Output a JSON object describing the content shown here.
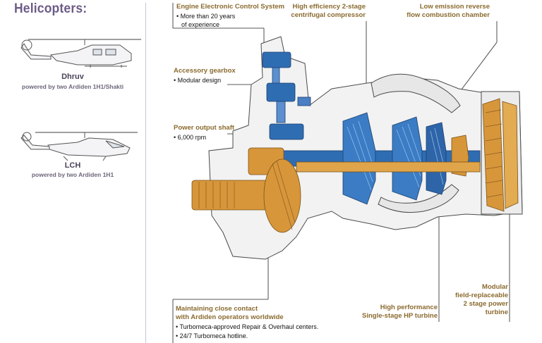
{
  "heading": "Helicopters:",
  "helicopters": [
    {
      "name": "Dhruv",
      "engine": "powered by two Ardiden 1H1/Shakti"
    },
    {
      "name": "LCH",
      "engine": "powered by two Ardiden 1H1"
    }
  ],
  "callouts": {
    "ecs": {
      "title": "Engine Electronic Control System",
      "lines": [
        "• More than 20 years",
        "of experience"
      ]
    },
    "gearbox": {
      "title": "Accessory gearbox",
      "lines": [
        "• Modular design"
      ]
    },
    "shaft": {
      "title": "Power output shaft",
      "lines": [
        "• 6,000 rpm"
      ]
    },
    "compressor": {
      "title_lines": [
        "High efficiency 2-stage",
        "centrifugal compressor"
      ]
    },
    "combustion": {
      "title_lines": [
        "Low emission reverse",
        "flow combustion chamber"
      ]
    },
    "support": {
      "title_lines": [
        "Maintaining close contact",
        "with Ardiden operators worldwide"
      ],
      "lines": [
        "• Turbomeca-approved Repair & Overhaul centers.",
        "• 24/7 Turbomeca hotline."
      ]
    },
    "hp_turbine": {
      "title_lines": [
        "High performance",
        "Single-stage HP turbine"
      ]
    },
    "power_turbine": {
      "title_lines": [
        "Modular",
        "field-replaceable",
        "2 stage power",
        "turbine"
      ]
    }
  },
  "colors": {
    "accent": "#6d5c88",
    "callout": "#8a6a2f",
    "engine_blue": "#2f6db3",
    "engine_gold": "#d7963a",
    "casing": "#f2f2f2"
  }
}
